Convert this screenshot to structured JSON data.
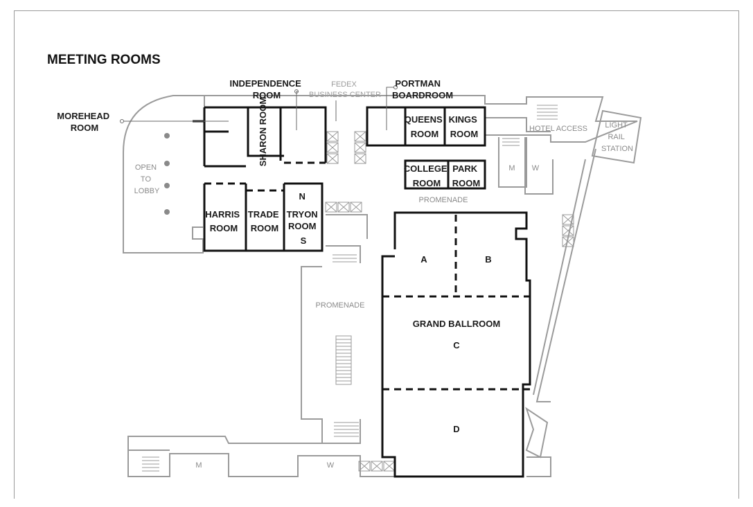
{
  "title": "MEETING ROOMS",
  "rooms": {
    "morehead": [
      "MOREHEAD",
      "ROOM"
    ],
    "independence": [
      "INDEPENDENCE",
      "ROOM"
    ],
    "fedex": [
      "FEDEX",
      "BUSINESS CENTER"
    ],
    "portman": [
      "PORTMAN",
      "BOARDROOM"
    ],
    "sharon": "SHARON ROOM",
    "queens": [
      "QUEENS",
      "ROOM"
    ],
    "kings": [
      "KINGS",
      "ROOM"
    ],
    "college": [
      "COLLEGE",
      "ROOM"
    ],
    "park": [
      "PARK",
      "ROOM"
    ],
    "harris": [
      "HARRIS",
      "ROOM"
    ],
    "trade": [
      "TRADE",
      "ROOM"
    ],
    "tryon": [
      "N",
      "TRYON",
      "ROOM",
      "S"
    ],
    "ballroom": "GRAND BALLROOM",
    "sections": [
      "A",
      "B",
      "C",
      "D"
    ]
  },
  "areas": {
    "open_lobby": [
      "OPEN",
      "TO",
      "LOBBY"
    ],
    "hotel_access": "HOTEL ACCESS",
    "light_rail": [
      "LIGHT",
      "RAIL",
      "STATION"
    ],
    "promenade_top": "PROMENADE",
    "promenade_left": "PROMENADE",
    "restroom_m": "M",
    "restroom_w": "W"
  }
}
